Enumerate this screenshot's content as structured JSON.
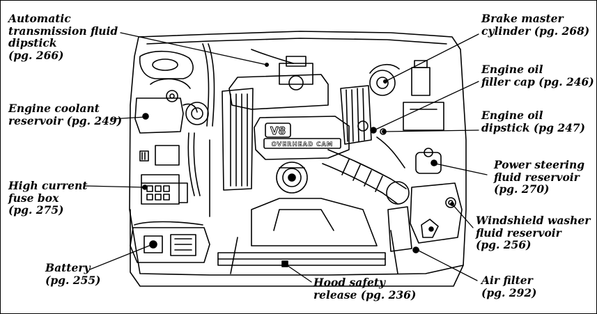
{
  "labels": {
    "atf_dipstick": [
      "Automatic",
      "transmission fluid",
      "dipstick",
      "(pg. 266)"
    ],
    "coolant": [
      "Engine coolant",
      "reservoir (pg. 249)"
    ],
    "fuse_box": [
      "High current",
      "fuse box",
      "(pg. 275)"
    ],
    "battery": [
      "Battery",
      "(pg. 255)"
    ],
    "hood_release": [
      "Hood safety",
      "release (pg. 236)"
    ],
    "brake_master": [
      "Brake master",
      "cylinder (pg. 268)"
    ],
    "oil_filler": [
      "Engine oil",
      "filler cap (pg. 246)"
    ],
    "oil_dipstick": [
      "Engine oil",
      "dipstick (pg 247)"
    ],
    "power_steering": [
      "Power steering",
      "fluid reservoir",
      "(pg. 270)"
    ],
    "washer": [
      "Windshield washer",
      "fluid reservoir",
      "(pg. 256)"
    ],
    "air_filter": [
      "Air filter",
      "(pg. 292)"
    ]
  },
  "engine_badges": {
    "v8": "V8",
    "cam": "OVERHEAD CAM"
  },
  "colors": {
    "ink": "#000000",
    "paper": "#ffffff"
  }
}
